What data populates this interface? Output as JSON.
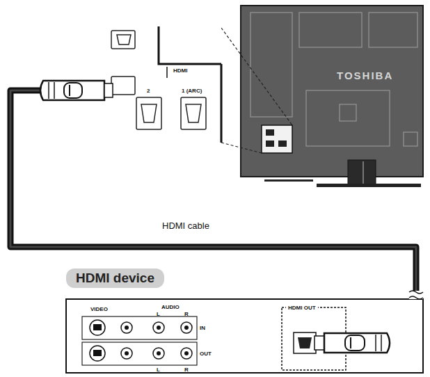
{
  "diagram": {
    "nodes": [
      {
        "text": [
          "TOSHIBA"
        ]
      },
      {
        "text": [
          "HDMI"
        ]
      },
      {
        "text": [
          "HDMI device"
        ]
      },
      {
        "text": [
          "HDMI OUT"
        ],
        "in": 2
      }
    ],
    "edges": [
      {
        "from": 3,
        "to": 1,
        "label": "HDMI cable",
        "arrow": "none"
      }
    ],
    "labels": [
      "2",
      "1 (ARC)",
      "VIDEO",
      "AUDIO",
      "L",
      "R",
      "IN",
      "OUT",
      "L",
      "R"
    ]
  }
}
